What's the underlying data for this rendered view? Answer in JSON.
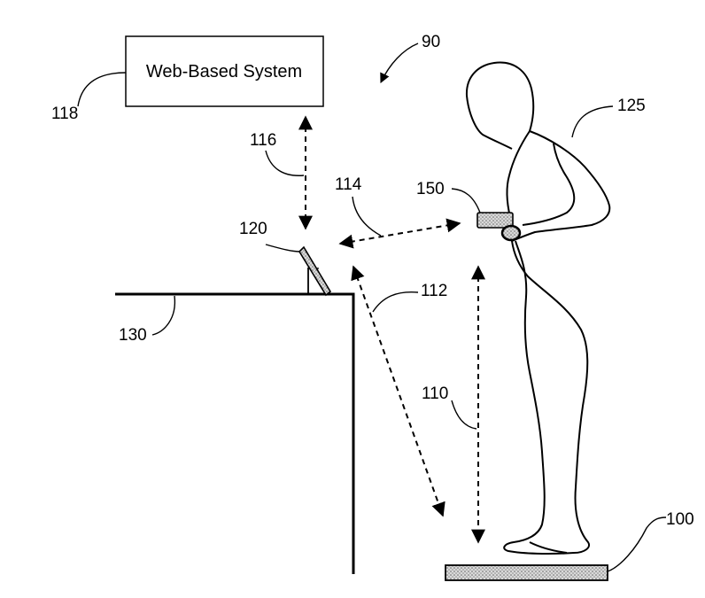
{
  "figure": {
    "number": "90",
    "system_box": {
      "label": "Web-Based System",
      "ref": "118"
    },
    "labels": {
      "l90": "90",
      "l100": "100",
      "l110": "110",
      "l112": "112",
      "l114": "114",
      "l116": "116",
      "l118": "118",
      "l120": "120",
      "l125": "125",
      "l130": "130",
      "l150": "150"
    }
  }
}
